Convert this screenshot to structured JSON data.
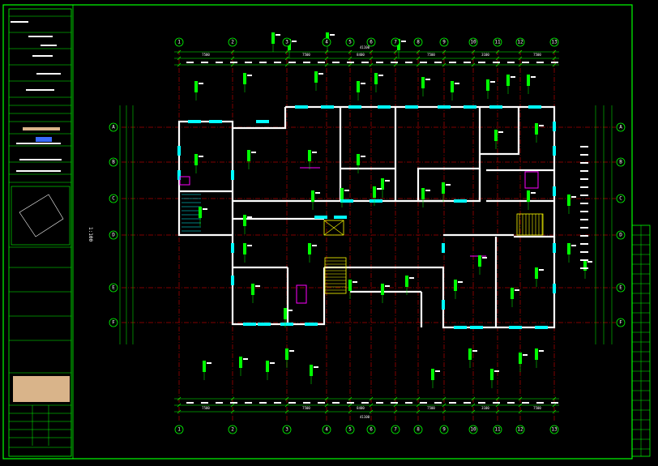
{
  "title_block": {
    "scale_label": "1:100",
    "dim_total": "41100"
  },
  "axes": {
    "top": [
      "1",
      "2",
      "3",
      "4",
      "5",
      "6",
      "7",
      "8",
      "9",
      "10",
      "11",
      "12",
      "13"
    ],
    "bottom": [
      "1",
      "2",
      "3",
      "4",
      "5",
      "6",
      "7",
      "8",
      "9",
      "10",
      "11",
      "12",
      "13"
    ],
    "left": [
      "A",
      "B",
      "C",
      "D",
      "E",
      "F"
    ],
    "right": [
      "A",
      "B",
      "C",
      "D",
      "E",
      "F"
    ]
  },
  "dimensions": {
    "top_spans": [
      "7500",
      "7500",
      "8400",
      "7500",
      "3100",
      "7500"
    ],
    "bottom_spans": [
      "7500",
      "7500",
      "8400",
      "7500",
      "3100",
      "7500"
    ]
  },
  "colors": {
    "frame": "#00ff00",
    "wall": "#ffffff",
    "axis": "#ff0000",
    "dimension": "#00ff00",
    "window": "#00ffff",
    "stair": "#ffff00",
    "fixture": "#ff00ff",
    "titleblock_fill": "#d9b48a"
  }
}
